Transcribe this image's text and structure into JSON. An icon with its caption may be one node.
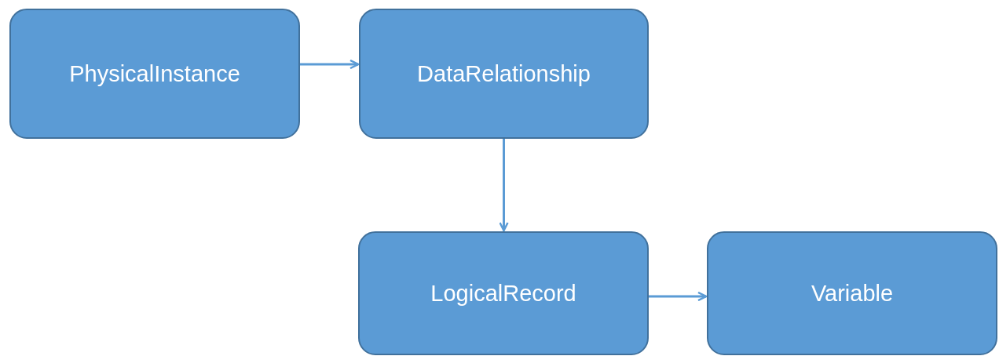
{
  "diagram": {
    "nodes": [
      {
        "text": [
          "PhysicalInstance"
        ]
      },
      {
        "text": [
          "DataRelationship"
        ]
      },
      {
        "text": [
          "LogicalRecord"
        ]
      },
      {
        "text": [
          "Variable"
        ]
      }
    ],
    "edges": [
      {
        "from": 0,
        "to": 1,
        "arrow": "to"
      },
      {
        "from": 1,
        "to": 2,
        "arrow": "to"
      },
      {
        "from": 2,
        "to": 3,
        "arrow": "to"
      }
    ]
  }
}
